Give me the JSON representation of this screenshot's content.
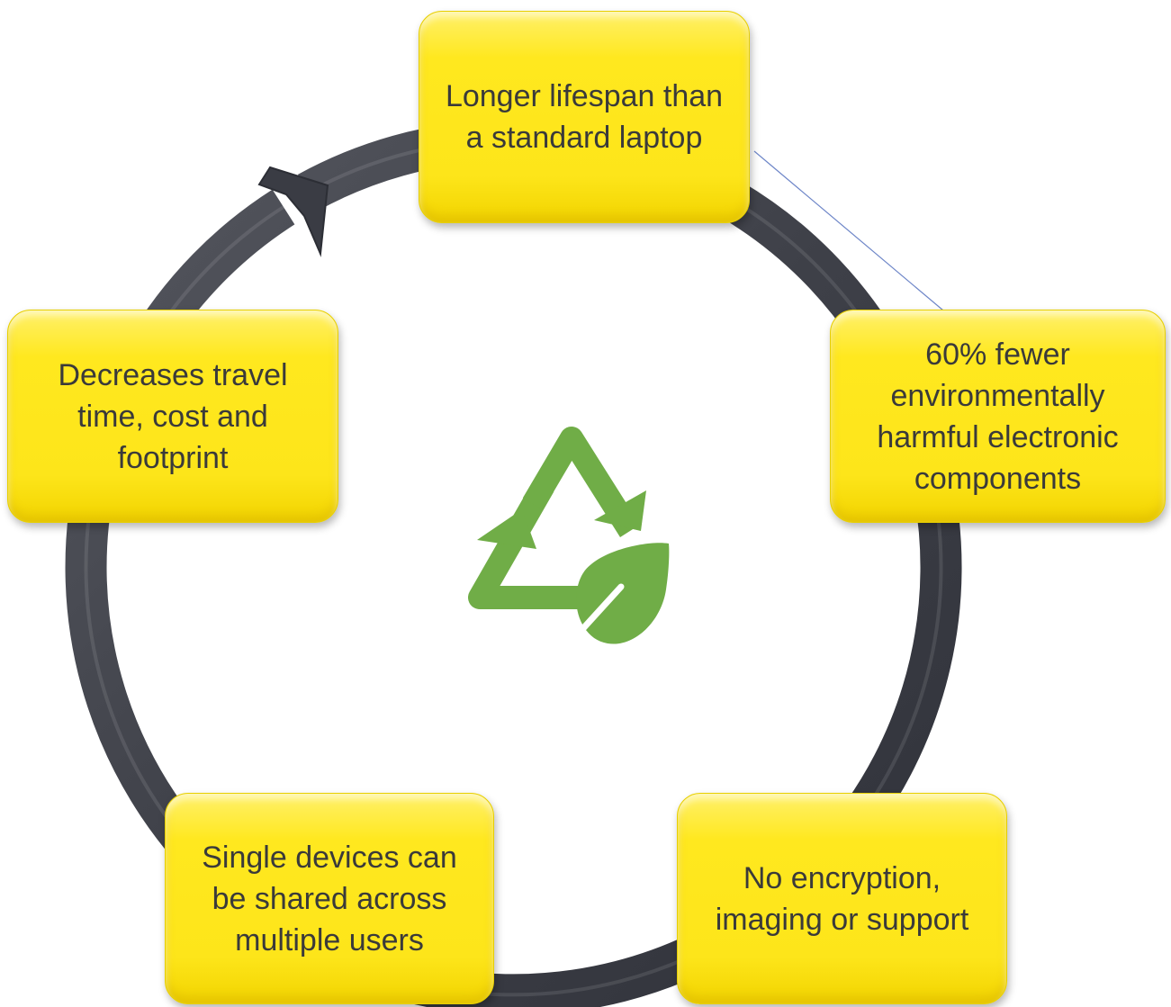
{
  "diagram": {
    "type": "cycle",
    "colors": {
      "box_fill": "#FDE51A",
      "cycle_arrow": "#3E4048",
      "recycle_icon": "#70AD47",
      "text": "#3A3A3A"
    },
    "center_icon": "recycle-leaf-icon",
    "nodes": [
      {
        "id": "top",
        "label": "Longer lifespan than a standard laptop"
      },
      {
        "id": "right",
        "label": "60% fewer environmentally harmful electronic components"
      },
      {
        "id": "bottom_right",
        "label": "No encryption, imaging or support"
      },
      {
        "id": "bottom_left",
        "label": "Single devices can be shared across multiple users"
      },
      {
        "id": "left",
        "label": "Decreases travel time, cost and footprint"
      }
    ]
  }
}
